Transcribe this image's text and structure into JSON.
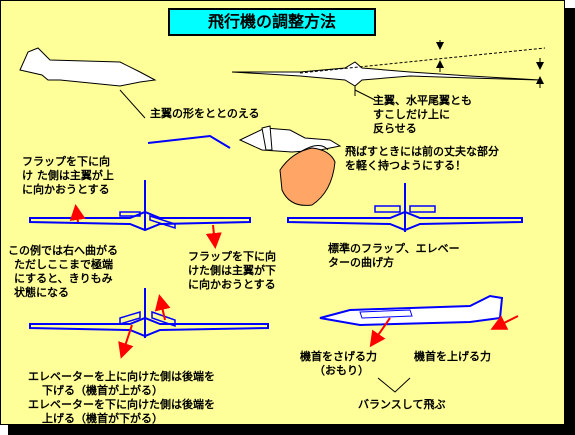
{
  "title": "飛行機の調整方法",
  "labels": {
    "main_wing_shape": "主翼の形をととのえる",
    "warp_line1": "主翼、水平尾翼とも",
    "warp_line2": "すこしだけ上に",
    "warp_line3": "反らせる",
    "hold_line1": "飛ばすときには前の丈夫な部分",
    "hold_line2": "を軽く持つようにする！",
    "flap_down_up_line1": "フラップを下に向",
    "flap_down_up_line2": "け た側は主翼が上",
    "flap_down_up_line3": "に向かおうとする",
    "example_line1": "この例では右へ曲がる",
    "example_line2": "ただしここまで極端",
    "example_line3": "にすると、きりもみ",
    "example_line4": "状態になる",
    "flap_down_down_line1": "フラップを下に向",
    "flap_down_down_line2": "けた側は主翼が下",
    "flap_down_down_line3": "に向かおうとする",
    "standard_line1": "標準のフラップ、エレベー",
    "standard_line2": "ターの曲げ方",
    "elevator_line1": "エレベーターを上に向けた側は後端を",
    "elevator_line2": "下げる（機首が上がる）",
    "elevator_line3": "エレベーターを下に向けた側は後端を",
    "elevator_line4": "上げる（機首が下がる）",
    "nose_down_force": "機首をさげる力",
    "weight": "（おもり）",
    "nose_up_force": "機首を上げる力",
    "balance": "バランスして飛ぶ"
  },
  "colors": {
    "background": "#ffff99",
    "title_bg": "#00ffff",
    "wing_blue": "#0000ff",
    "arrow_red": "#ff0000",
    "hand": "#ffa566"
  }
}
